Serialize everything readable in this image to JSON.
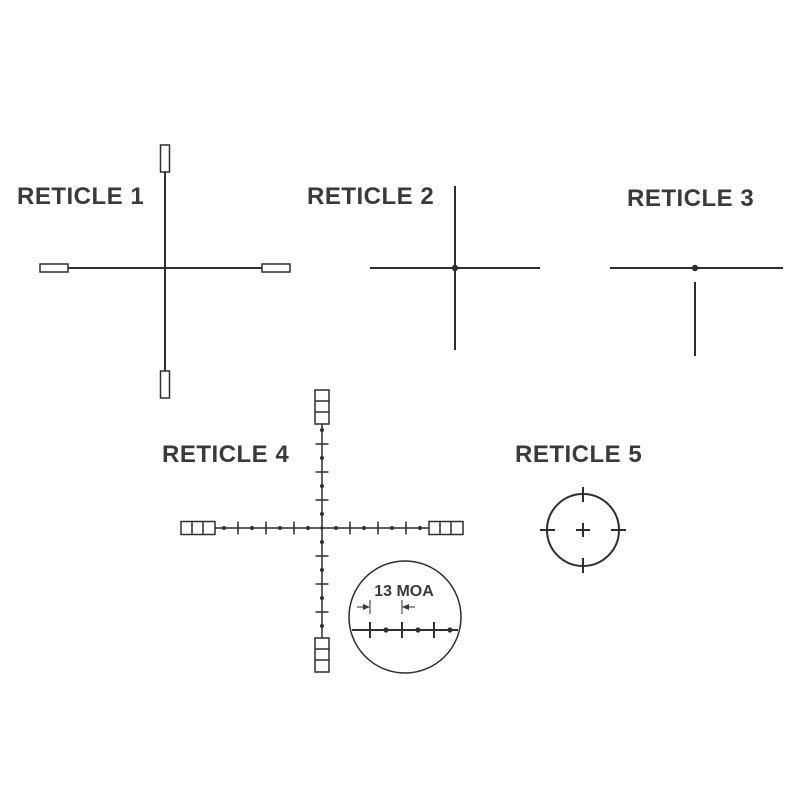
{
  "page": {
    "background_color": "#ffffff",
    "line_color": "#2e2e2e",
    "label_color": "#3a3a3a"
  },
  "reticles": [
    {
      "label": "RETICLE 1"
    },
    {
      "label": "RETICLE 2"
    },
    {
      "label": "RETICLE 3"
    },
    {
      "label": "RETICLE 4"
    },
    {
      "label": "RETICLE 5"
    }
  ],
  "magnifier": {
    "annotation": "13 MOA"
  }
}
